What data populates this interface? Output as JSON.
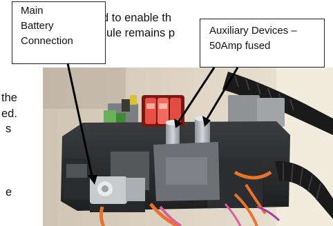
{
  "background_text": {
    "line1": "d to enable th",
    "line2": "ule remains p",
    "line3": "the",
    "line4": "ed.",
    "line5": "s",
    "line6": "e"
  },
  "callouts": {
    "main_battery": {
      "line1": "Main",
      "line2": "Battery",
      "line3": "Connection"
    },
    "auxiliary": {
      "line1": "Auxiliary Devices –",
      "line2": "50Amp fused"
    }
  },
  "colors": {
    "box_body": "#2d2e30",
    "fuse_red": "#e63e3a",
    "terminal_metal": "#aab0b5",
    "wire_orange": "#e8732b",
    "wire_pink": "#d8609c",
    "wall": "#e4d8c6",
    "arrow": "#000000"
  }
}
